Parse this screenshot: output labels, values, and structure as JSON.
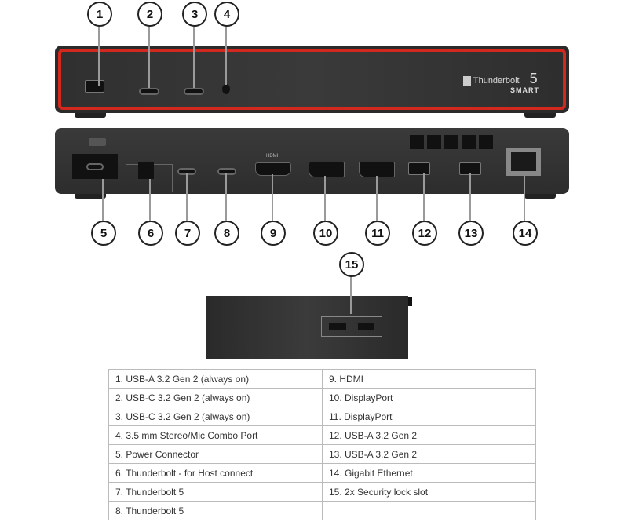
{
  "front_callouts": [
    "1",
    "2",
    "3",
    "4"
  ],
  "rear_callouts": [
    "5",
    "6",
    "7",
    "8",
    "9",
    "10",
    "11",
    "12",
    "13",
    "14"
  ],
  "side_callout": "15",
  "logo": {
    "brand": "Thunderbolt",
    "version": "5",
    "edition": "SMART"
  },
  "port_markings": {
    "hdmi": "HDMI"
  },
  "colors": {
    "accent_red": "#d3281e",
    "body": "#2b2b2b"
  },
  "legend": {
    "left": [
      "1.  USB-A 3.2 Gen 2 (always on)",
      "2.  USB-C 3.2 Gen 2 (always on)",
      "3.  USB-C 3.2 Gen 2 (always on)",
      "4.  3.5 mm Stereo/Mic Combo Port",
      "5.  Power Connector",
      "6.  Thunderbolt - for Host connect",
      "7.  Thunderbolt 5",
      "8.  Thunderbolt 5"
    ],
    "right": [
      "9.  HDMI",
      "10. DisplayPort",
      "11.  DisplayPort",
      "12. USB-A 3.2 Gen 2",
      "13. USB-A 3.2 Gen 2",
      "14. Gigabit Ethernet",
      "15. 2x Security lock slot",
      ""
    ]
  }
}
